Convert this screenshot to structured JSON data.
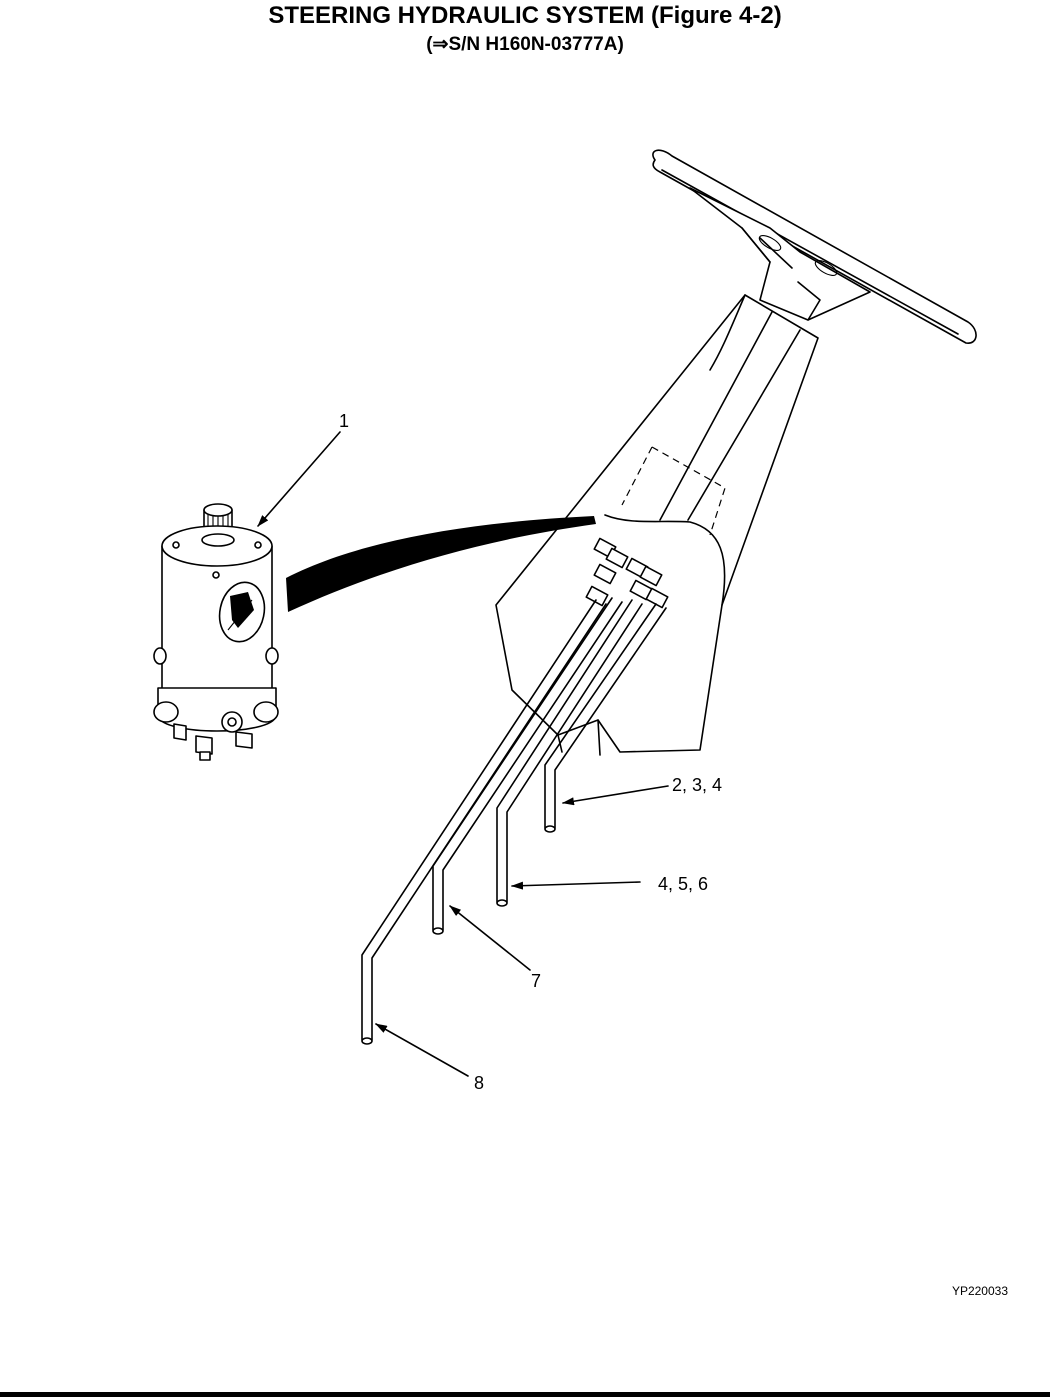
{
  "header": {
    "title": "STEERING HYDRAULIC SYSTEM (Figure 4-2)",
    "subtitle": "(⇒S/N H160N-03777A)"
  },
  "callouts": {
    "c1": "1",
    "c2": "2, 3, 4",
    "c3": "4, 5, 6",
    "c4": "7",
    "c5": "8"
  },
  "footer": {
    "figure_code": "YP220033"
  }
}
